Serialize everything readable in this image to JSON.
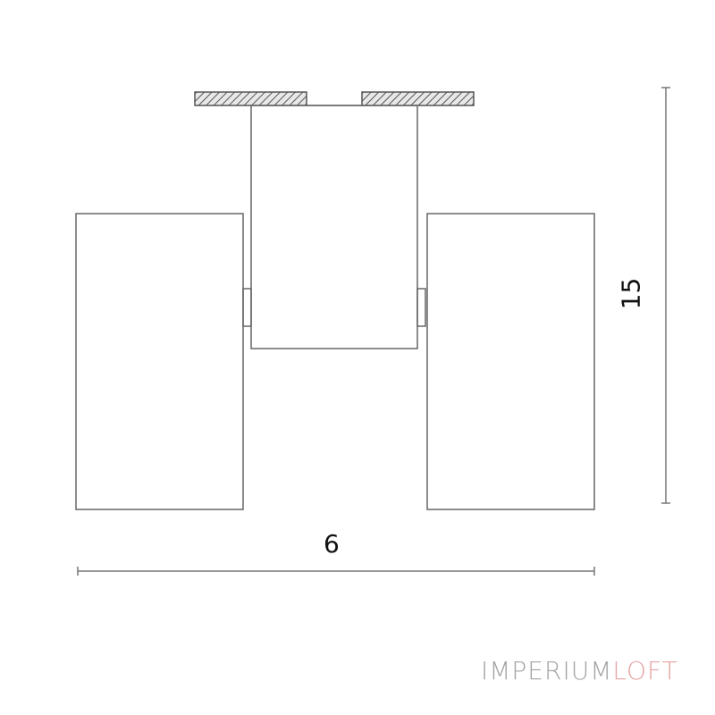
{
  "diagram": {
    "title": "",
    "dimensions": {
      "width_label": "6",
      "height_label": "15"
    },
    "parts": [
      "mounting-plate-left",
      "mounting-plate-right",
      "center-body",
      "left-cylinder",
      "right-cylinder"
    ]
  },
  "logo": {
    "part1": "IMPERIUM",
    "part2": "LOFT",
    "colors": {
      "part1": "#a3a3a3",
      "part2": "#e4a3a3"
    }
  },
  "colors": {
    "line": "#666666",
    "hatch": "#555555",
    "background": "#ffffff"
  }
}
